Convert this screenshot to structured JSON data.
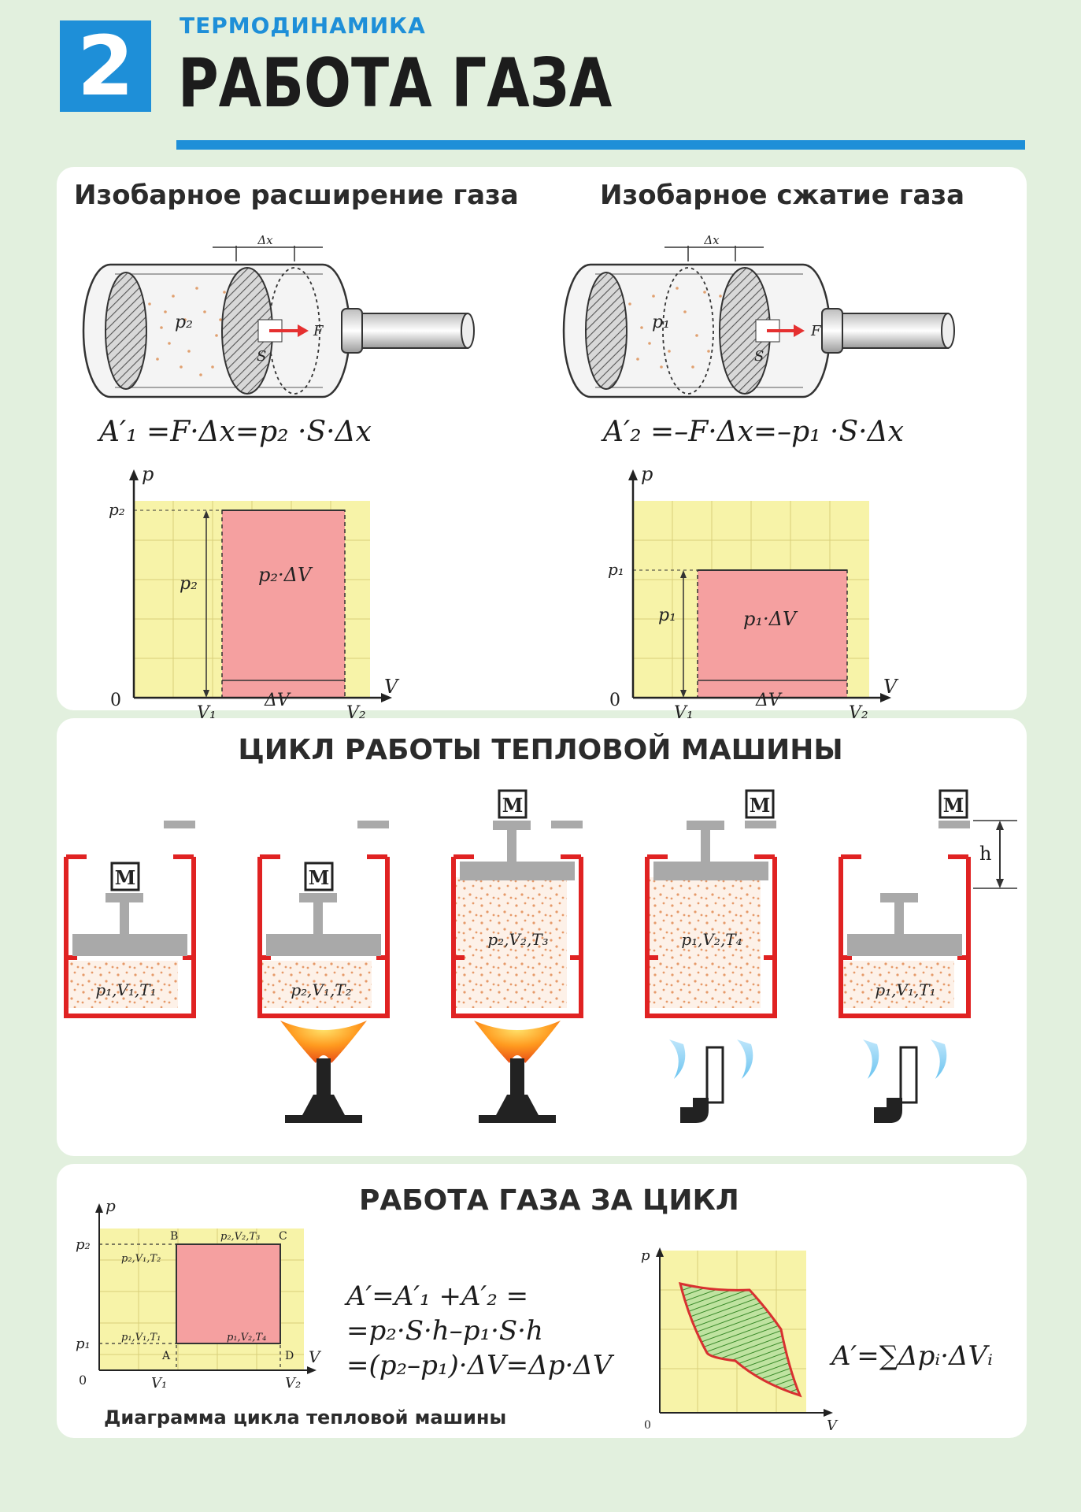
{
  "header": {
    "number": "2",
    "subject": "ТЕРМОДИНАМИКА",
    "title": "РАБОТА ГАЗА"
  },
  "section1": {
    "left": {
      "title": "Изобарное расширение газа",
      "formula": "A′₁ =F·Δx=p₂ ·S·Δx",
      "cyl": {
        "dx": "Δx",
        "p": "p₂",
        "s": "S",
        "f": "F"
      },
      "graph": {
        "p_axis": "p",
        "v_axis": "V",
        "zero": "0",
        "p_tick": "p₂",
        "p_arrow": "p₂",
        "v1": "V₁",
        "v2": "V₂",
        "dv": "ΔV",
        "area": "p₂·ΔV"
      }
    },
    "right": {
      "title": "Изобарное сжатие газа",
      "formula": "A′₂ =–F·Δx=–p₁ ·S·Δx",
      "cyl": {
        "dx": "Δx",
        "p": "p₁",
        "s": "S",
        "f": "F"
      },
      "graph": {
        "p_axis": "p",
        "v_axis": "V",
        "zero": "0",
        "p_tick": "p₁",
        "p_arrow": "p₁",
        "v1": "V₁",
        "v2": "V₂",
        "dv": "ΔV",
        "area": "p₁·ΔV"
      }
    }
  },
  "section2": {
    "title": "ЦИКЛ РАБОТЫ ТЕПЛОВОЙ МАШИНЫ",
    "weight": "M",
    "h_label": "h",
    "states": [
      "p₁,V₁,T₁",
      "p₂,V₁,T₂",
      "p₂,V₂,T₃",
      "p₁,V₂,T₄",
      "p₁,V₁,T₁"
    ]
  },
  "section3": {
    "title": "РАБОТА ГАЗА ЗА ЦИКЛ",
    "diagram": {
      "p_axis": "p",
      "v_axis": "V",
      "zero": "0",
      "p1": "p₁",
      "p2": "p₂",
      "v1": "V₁",
      "v2": "V₂",
      "A": "A",
      "B": "B",
      "C": "C",
      "D": "D",
      "stateA": "p₁,V₁,T₁",
      "stateB": "p₂,V₁,T₂",
      "stateC": "p₂,V₂,T₃",
      "stateD": "p₁,V₂,T₄",
      "caption": "Диаграмма цикла тепловой машины"
    },
    "formula": {
      "line1": "A′=A′₁ +A′₂ =",
      "line2": "=p₂·S·h–p₁·S·h",
      "line3": "=(p₂–p₁)·ΔV=Δp·ΔV"
    },
    "arbitrary": {
      "p_axis": "p",
      "v_axis": "V",
      "zero": "0",
      "formula": "A′=∑Δpᵢ·ΔVᵢ"
    }
  }
}
